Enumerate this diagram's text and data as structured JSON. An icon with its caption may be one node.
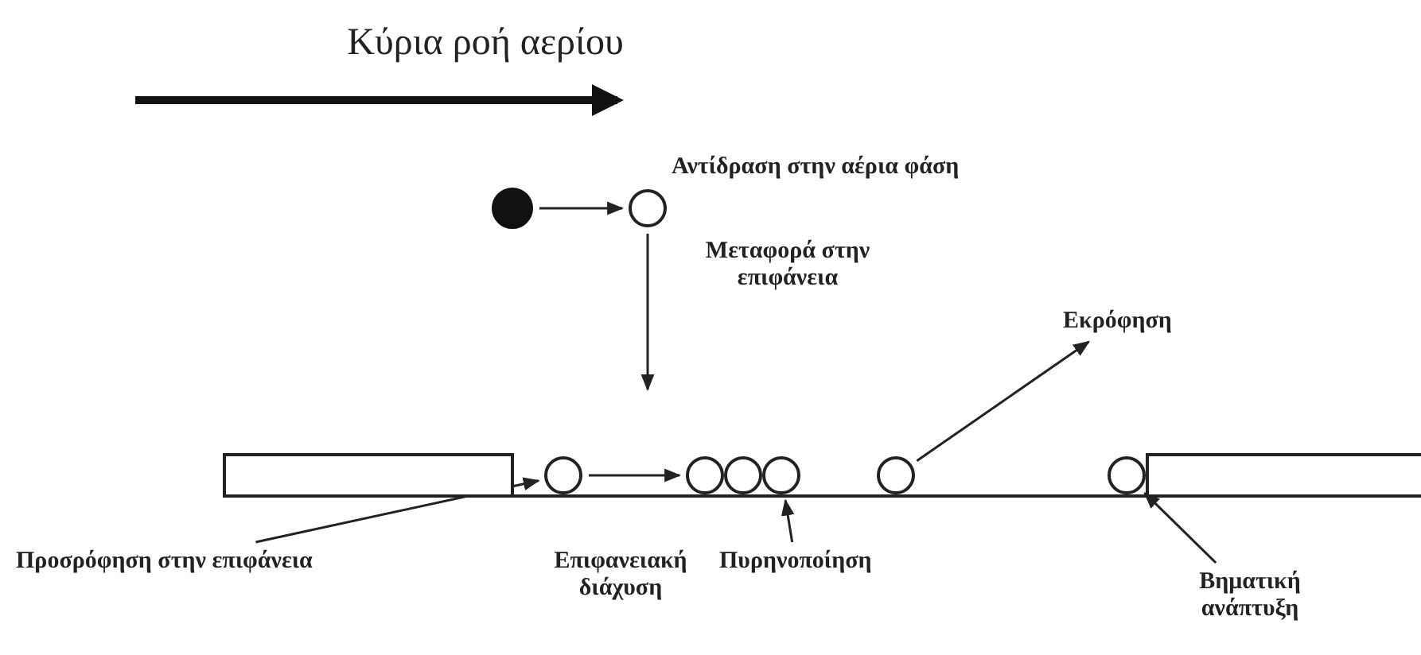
{
  "diagram": {
    "nodes": [
      {
        "text": [],
        "shape": "circle"
      },
      {
        "text": [],
        "shape": "circle",
        "beside": [
          "Αντίδραση στην αέρια φάση"
        ]
      },
      {
        "text": [],
        "shape": "box"
      },
      {
        "text": [],
        "shape": "circle"
      },
      {
        "text": [],
        "shape": "circle"
      },
      {
        "text": [],
        "shape": "circle"
      },
      {
        "text": [],
        "shape": "circle"
      },
      {
        "text": [],
        "shape": "circle"
      },
      {
        "text": [],
        "shape": "circle"
      },
      {
        "text": [],
        "shape": "box"
      },
      {
        "text": [
          "Προσρόφηση στην επιφάνεια"
        ]
      },
      {
        "text": [
          "Πυρηνοποίηση"
        ]
      },
      {
        "text": [
          "Εκρόφηση"
        ]
      },
      {
        "text": [
          "Βηματική ανάπτυξη"
        ]
      }
    ],
    "edges": [
      {
        "from": 0,
        "to": 1,
        "arrow": "to"
      },
      {
        "from": 1,
        "to": null,
        "arrow": "to",
        "label": "Μεταφορά στην επιφάνεια"
      },
      {
        "from": 3,
        "to": 4,
        "arrow": "to"
      },
      {
        "from": 10,
        "to": 3,
        "arrow": "to"
      },
      {
        "from": 11,
        "to": 6,
        "arrow": "to"
      },
      {
        "from": 7,
        "to": 12,
        "arrow": "to"
      },
      {
        "from": 13,
        "to": 8,
        "arrow": "to"
      }
    ],
    "labels": [
      "Κύρια ροή αερίου",
      "Επιφανειακή διάχυση"
    ]
  }
}
